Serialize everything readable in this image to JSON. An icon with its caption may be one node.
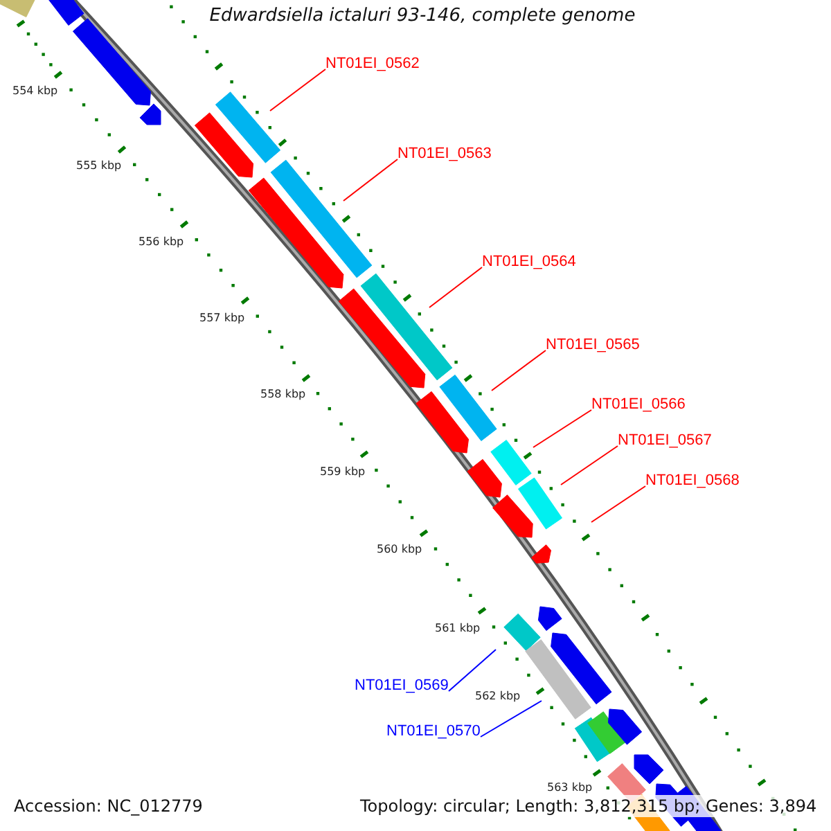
{
  "diagram": {
    "title": "Edwardsiella ictaluri 93-146, complete genome",
    "nodes": [
      {
        "text": [
          "NT01EI_0562"
        ]
      },
      {
        "text": [
          "NT01EI_0563"
        ]
      },
      {
        "text": [
          "NT01EI_0564"
        ]
      },
      {
        "text": [
          "NT01EI_0565"
        ]
      },
      {
        "text": [
          "NT01EI_0566"
        ]
      },
      {
        "text": [
          "NT01EI_0567"
        ]
      },
      {
        "text": [
          "NT01EI_0568"
        ]
      },
      {
        "text": [
          "NT01EI_0569"
        ]
      },
      {
        "text": [
          "NT01EI_0570"
        ]
      }
    ],
    "edges": [
      {
        "from": 0,
        "to": null,
        "arrow": "none"
      },
      {
        "from": 1,
        "to": null,
        "arrow": "none"
      },
      {
        "from": 2,
        "to": null,
        "arrow": "none"
      },
      {
        "from": 3,
        "to": null,
        "arrow": "none"
      },
      {
        "from": 4,
        "to": null,
        "arrow": "none"
      },
      {
        "from": 5,
        "to": null,
        "arrow": "none"
      },
      {
        "from": 6,
        "to": null,
        "arrow": "none"
      },
      {
        "from": 7,
        "to": null,
        "arrow": "none",
        "color": "#0000ff"
      },
      {
        "from": 8,
        "to": null,
        "arrow": "none",
        "color": "#0000ff"
      }
    ],
    "labels": [
      "554 kbp",
      "555 kbp",
      "556 kbp",
      "557 kbp",
      "558 kbp",
      "559 kbp",
      "560 kbp",
      "561 kbp",
      "562 kbp",
      "563 kbp",
      "Accession: NC_012779",
      "Topology: circular; Length: 3,812,315 bp; Genes: 3,894"
    ]
  }
}
